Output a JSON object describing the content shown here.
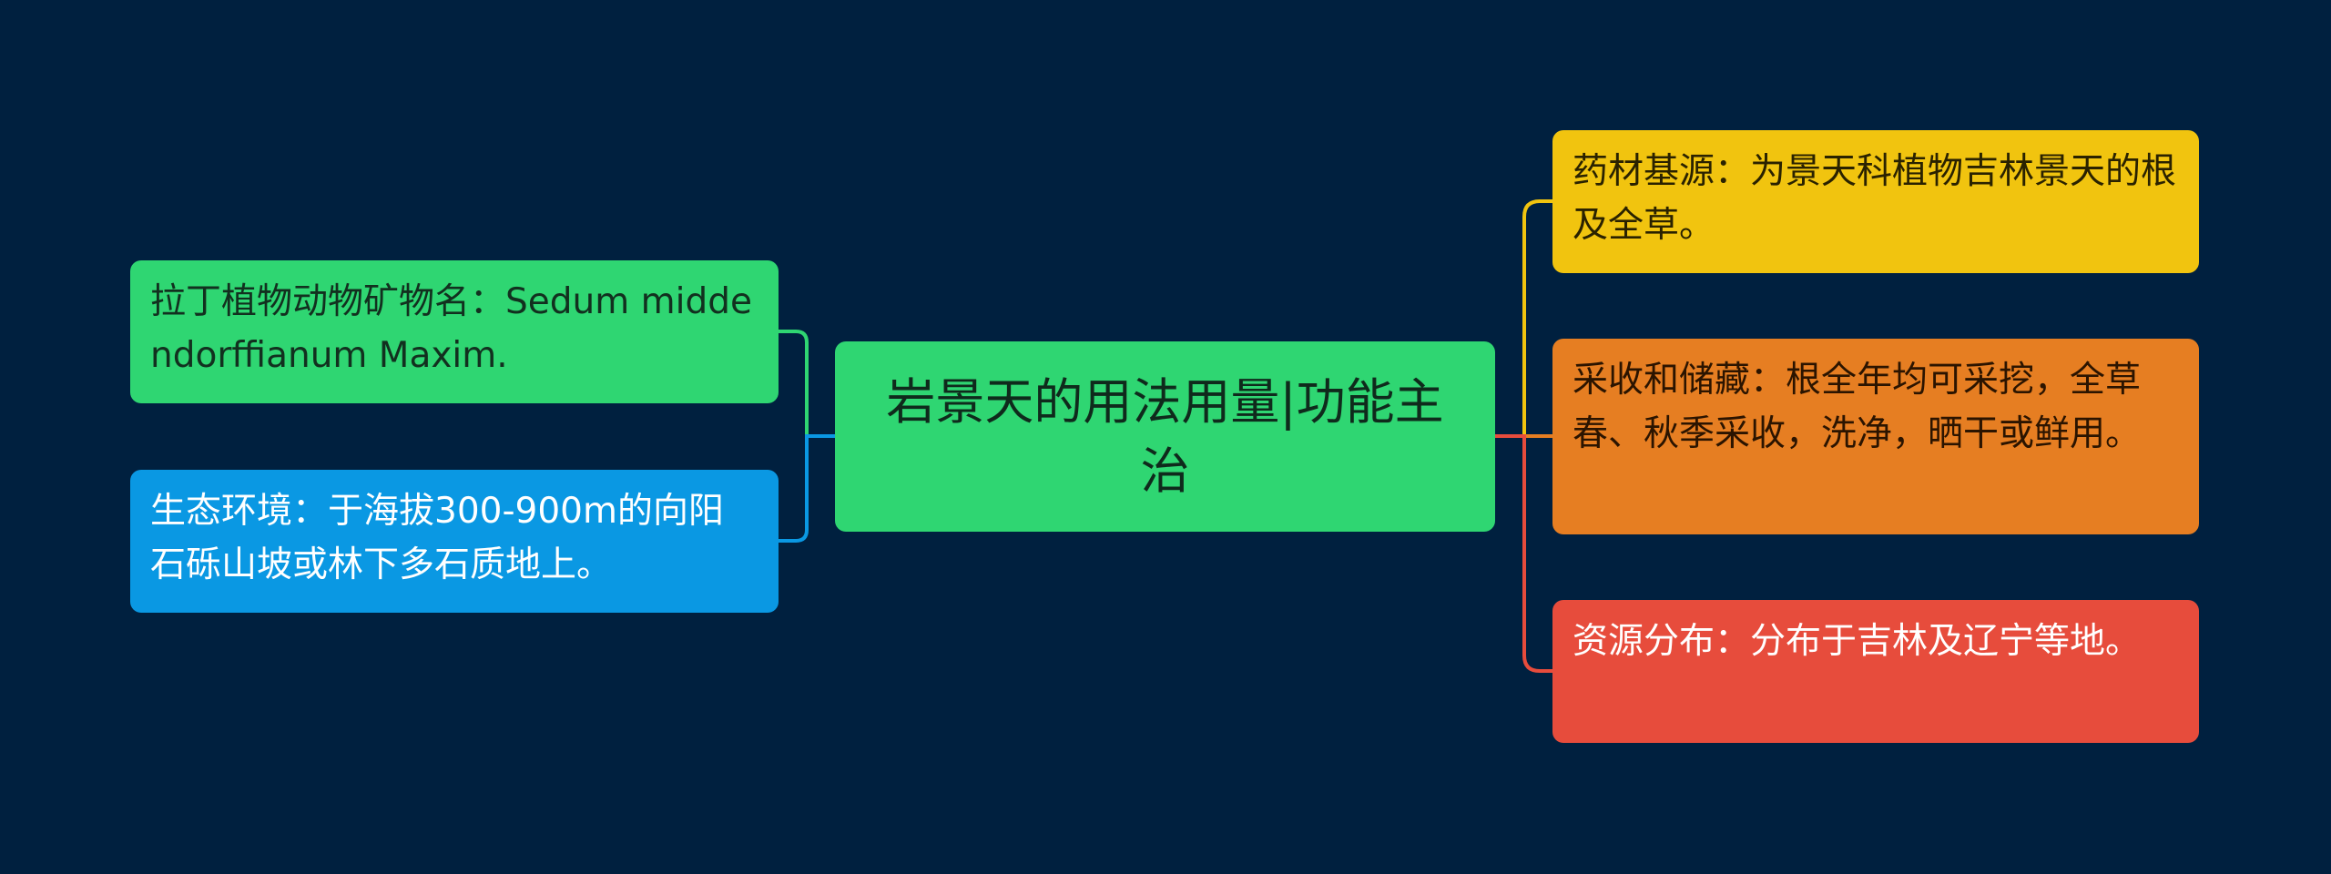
{
  "diagram": {
    "center": {
      "text": "岩景天的用法用量|功能主治",
      "color": "#2fd672"
    },
    "left_branches": [
      {
        "text": "拉丁植物动物矿物名：Sedum middendorffianum Maxim.",
        "color": "#2fd672"
      },
      {
        "text": "生态环境：于海拔300-900m的向阳石砾山坡或林下多石质地上。",
        "color": "#0a98e3"
      }
    ],
    "right_branches": [
      {
        "text": "药材基源：为景天科植物吉林景天的根及全草。",
        "color": "#f1c40f"
      },
      {
        "text": "采收和储藏：根全年均可采挖，全草春、秋季采收，洗净，晒干或鲜用。",
        "color": "#e67e22"
      },
      {
        "text": "资源分布：分布于吉林及辽宁等地。",
        "color": "#e74c3c"
      }
    ],
    "background": "#00203f"
  }
}
